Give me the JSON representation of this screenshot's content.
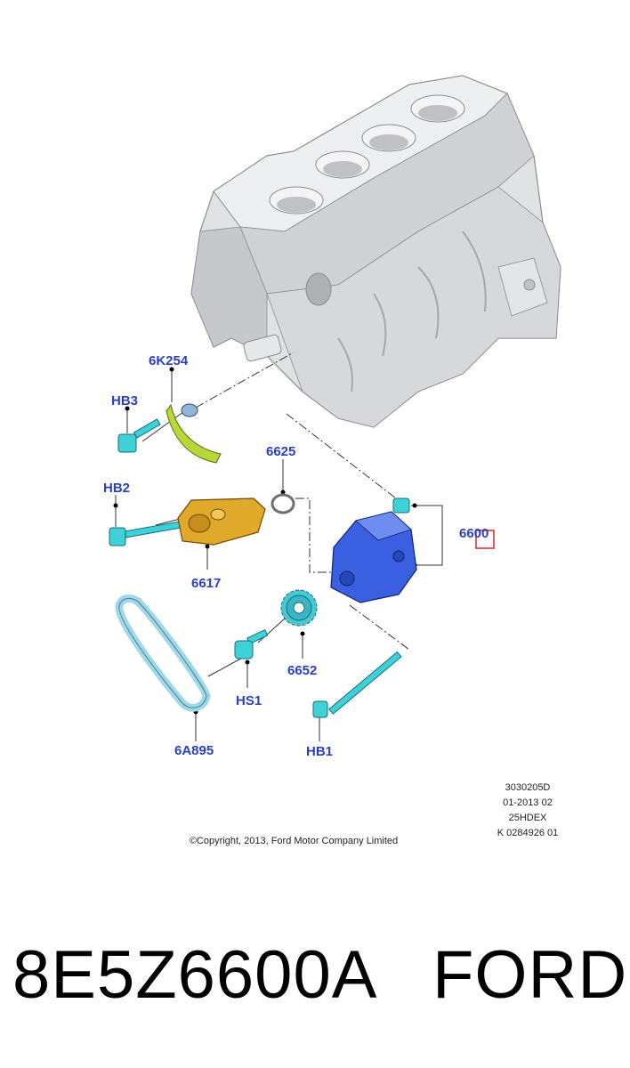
{
  "callouts": {
    "c6K254": "6K254",
    "cHB3": "HB3",
    "c6625": "6625",
    "cHB2": "HB2",
    "c6600": "6600",
    "c6617": "6617",
    "c6652": "6652",
    "cHS1": "HS1",
    "c6A895": "6A895",
    "cHB1": "HB1"
  },
  "meta": {
    "line1": "3030205D",
    "line2": "01-2013 02",
    "line3": "25HDEX",
    "line4": "K 0284926 01"
  },
  "copyright": "©Copyright, 2013, Ford Motor Company Limited",
  "footer": {
    "part_number": "8E5Z6600A",
    "brand": "FORD"
  },
  "colors": {
    "callout": "#2b3fc4",
    "highlight": "#e0202a",
    "engine_block": "#d9dadc",
    "oil_pump": "#3a5fe0",
    "bolt": "#3fd0d8",
    "guide": "#b8d83a",
    "tensioner": "#e0a92a",
    "chain": "#9fd8e8",
    "sprocket": "#48c8d4"
  }
}
